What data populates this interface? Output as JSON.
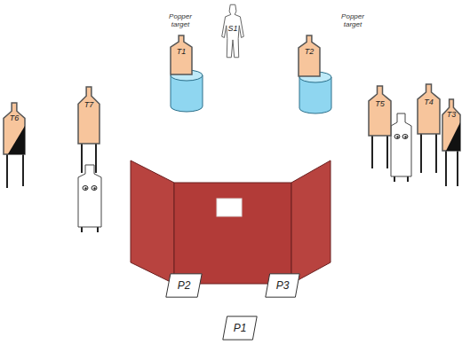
{
  "diagram": {
    "nodes": [
      {
        "text": [
          "S1"
        ]
      },
      {
        "text": [
          "T1"
        ]
      },
      {
        "text": [
          "T2"
        ]
      },
      {
        "text": [
          "T6"
        ]
      },
      {
        "text": [
          "T7"
        ]
      },
      {
        "text": [
          "T5"
        ]
      },
      {
        "text": [
          "T4"
        ]
      },
      {
        "text": [
          "T3"
        ]
      },
      {
        "text": [
          "P2"
        ]
      },
      {
        "text": [
          "P3"
        ]
      },
      {
        "text": [
          "P1"
        ]
      }
    ],
    "labels": [
      "Popper target",
      "Popper target"
    ]
  }
}
